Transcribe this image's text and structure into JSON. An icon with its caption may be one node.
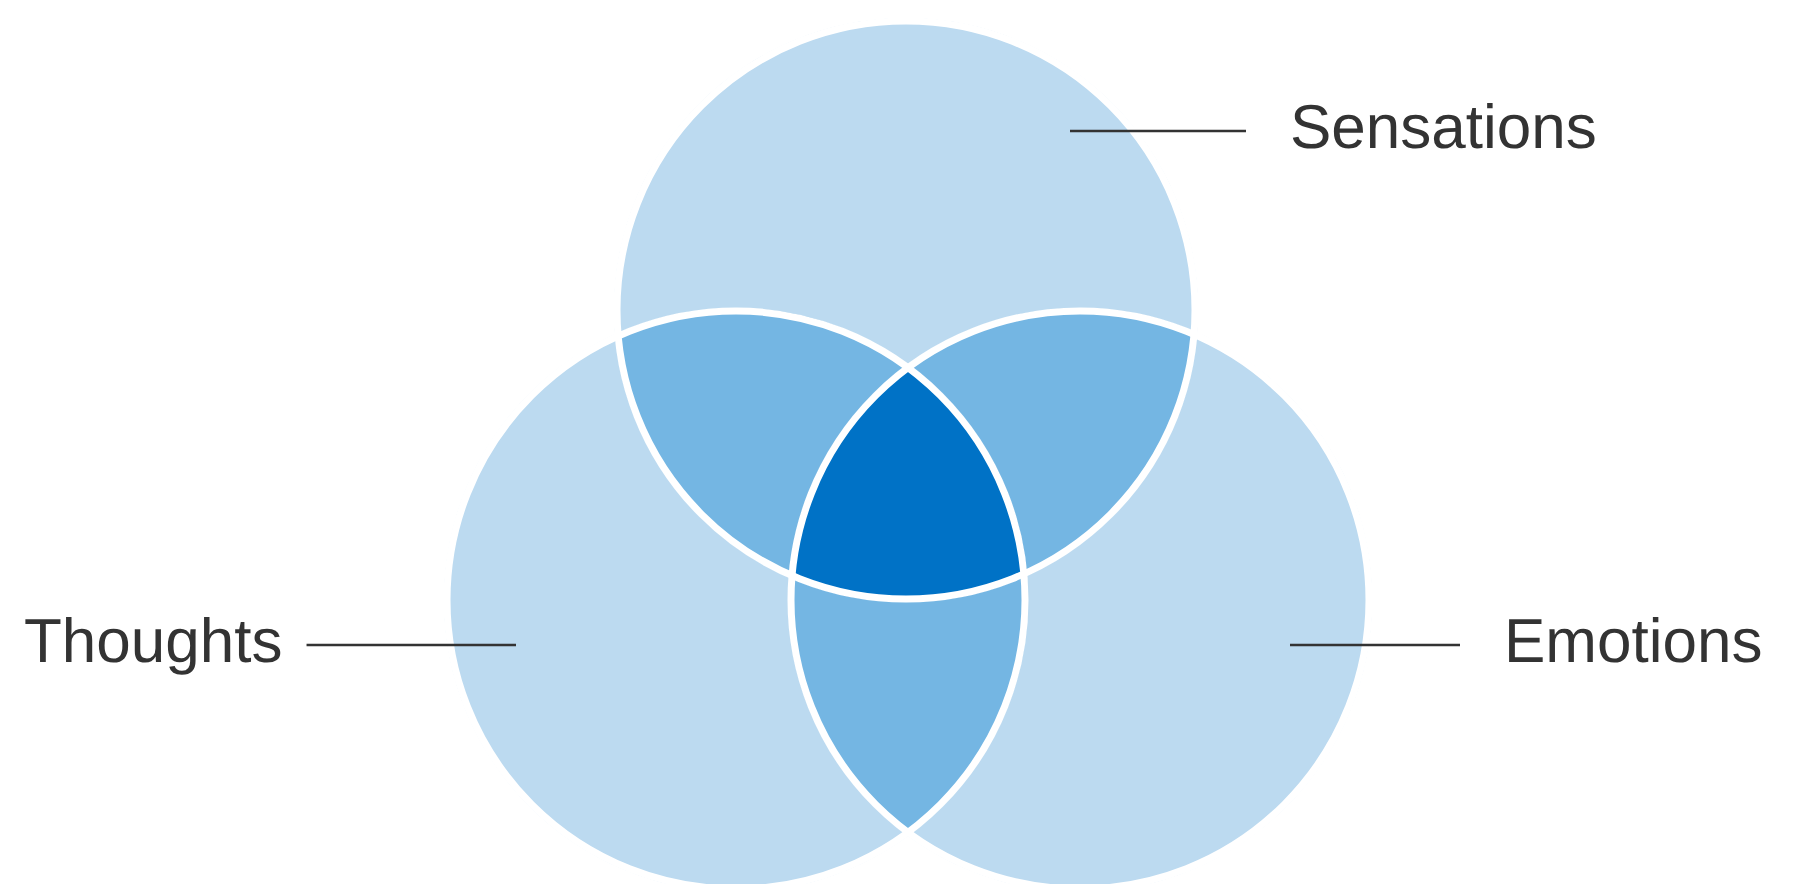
{
  "diagram": {
    "nodes": [
      {
        "text": [
          "Sensations"
        ]
      },
      {
        "text": [
          "Thoughts"
        ]
      },
      {
        "text": [
          "Emotions"
        ]
      }
    ],
    "edges": [
      {
        "from": 0,
        "to": null,
        "arrow": "none"
      },
      {
        "from": 1,
        "to": null,
        "arrow": "none"
      },
      {
        "from": 2,
        "to": null,
        "arrow": "none"
      }
    ]
  }
}
